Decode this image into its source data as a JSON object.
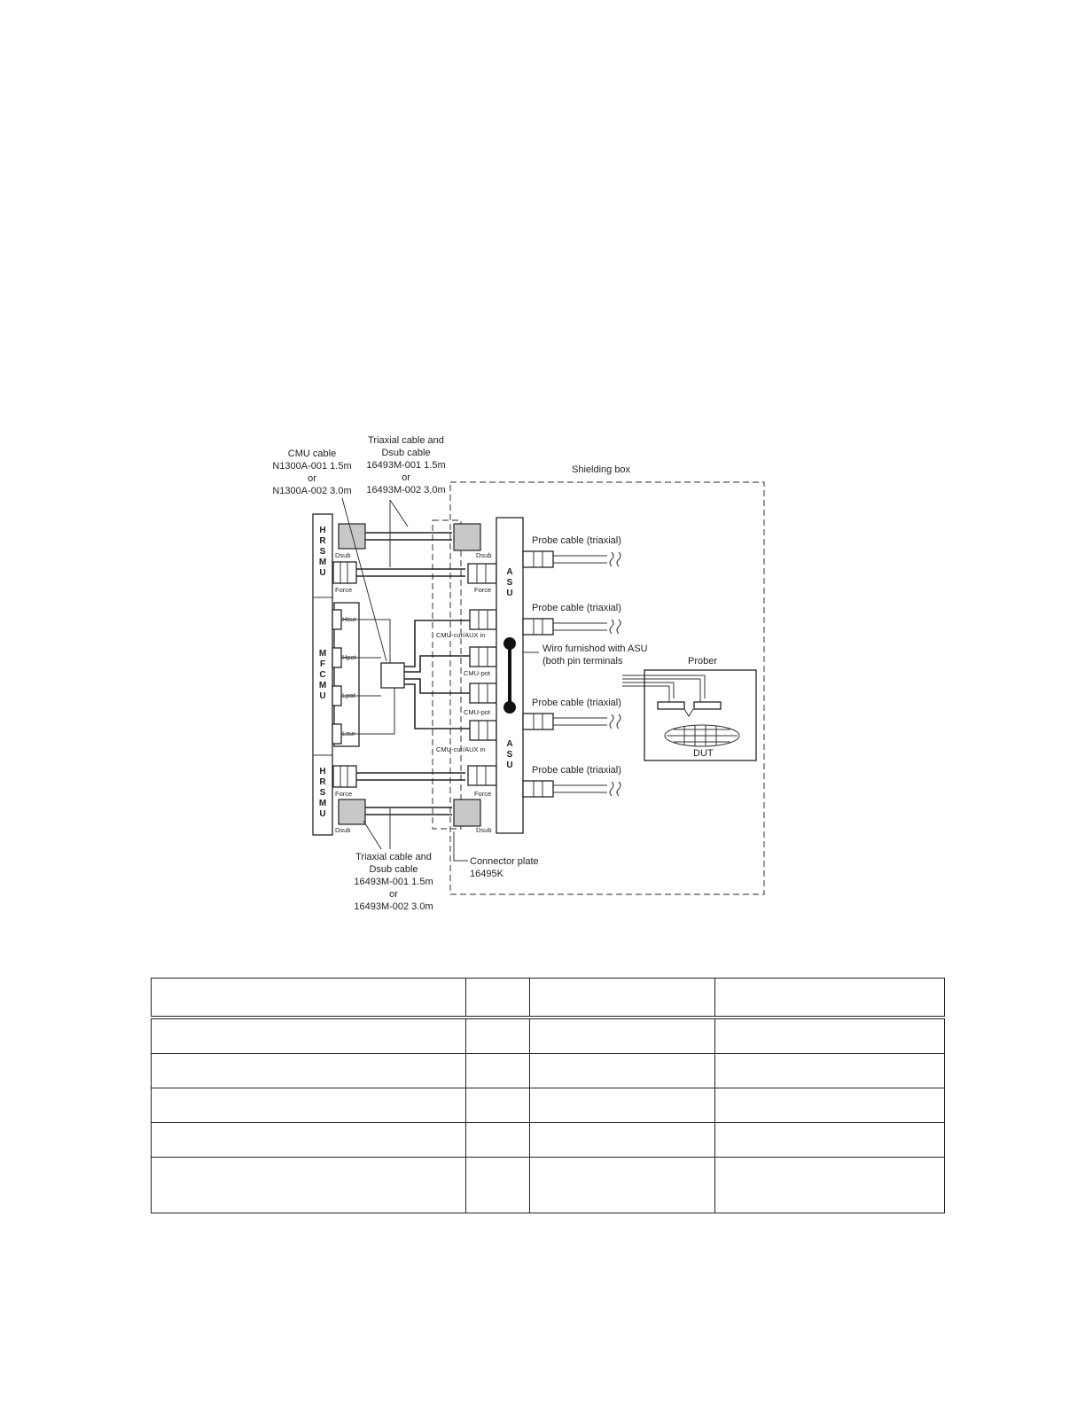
{
  "diagram": {
    "cmu_cable": [
      "CMU cable",
      "N1300A-001 1.5m",
      "or",
      "N1300A-002 3.0m"
    ],
    "triax_top": [
      "Triaxial cable and",
      "Dsub cable",
      "16493M-001 1.5m",
      "or",
      "16493M-002 3.0m"
    ],
    "triax_bottom": [
      "Triaxial cable and",
      "Dsub cable",
      "16493M-001 1.5m",
      "or",
      "16493M-002 3.0m"
    ],
    "shielding_box": "Shielding box",
    "connector_plate": [
      "Connector plate",
      "16495K"
    ],
    "wire_note": [
      "Wiro furnishod with ASU",
      "(both pin terminals"
    ],
    "probe_cable": "Probe cable (triaxial)",
    "prober": "Prober",
    "dut": "DUT",
    "hrsmu_letters": [
      "H",
      "R",
      "S",
      "M",
      "U"
    ],
    "mfcmu_letters": [
      "M",
      "F",
      "C",
      "M",
      "U"
    ],
    "asu_letters": [
      "A",
      "S",
      "U"
    ],
    "dsub": "Dsub",
    "force": "Force",
    "mfcmu_ports": [
      "Hcur",
      "Hpot",
      "Lpot",
      "Lcur"
    ],
    "cmu_cur_aux": "CMU-cur/AUX in",
    "cmu_pot": "CMU-pot"
  },
  "table": {
    "columns": 4,
    "rows": 5
  }
}
